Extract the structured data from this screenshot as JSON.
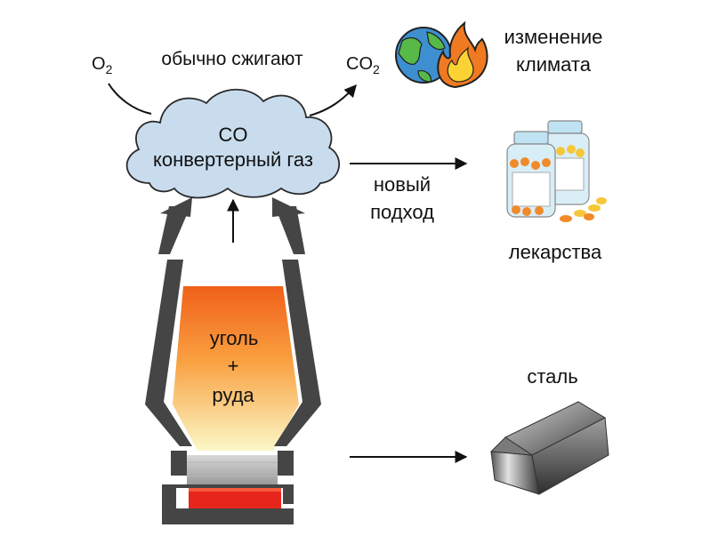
{
  "labels": {
    "o2_sub": "2",
    "o2_main": "O",
    "burn": "обычно сжигают",
    "co2_main": "CO",
    "co2_sub": "2",
    "climate_line1": "изменение",
    "climate_line2": "климата",
    "gas_line1": "CO",
    "gas_line2": "конвертерный газ",
    "new_line1": "новый",
    "new_line2": "подход",
    "medicine": "лекарства",
    "charge_line1": "уголь",
    "charge_line2": "+",
    "charge_line3": "руда",
    "steel": "сталь"
  },
  "icons": {
    "climate": "earth-fire-icon",
    "medicine": "pill-bottles-icon",
    "steel": "steel-ingot-icon"
  },
  "colors": {
    "cloud_fill": "#c9dcee",
    "cloud_stroke": "#2b2b2b",
    "furnace_wall": "#454545",
    "molten": "#e8251c",
    "hot_top": "#f26b1d",
    "hot_bottom": "#fdf7c2"
  }
}
